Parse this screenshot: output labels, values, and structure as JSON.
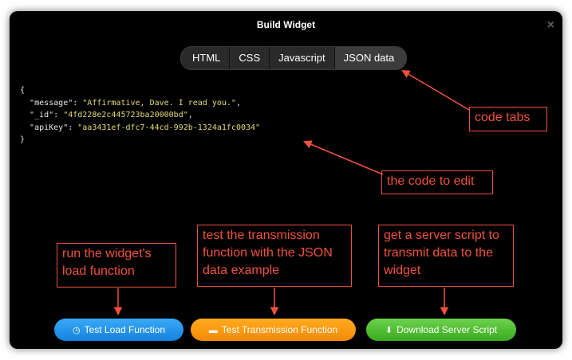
{
  "dialog": {
    "title": "Build Widget",
    "close_glyph": "×"
  },
  "tabs": [
    {
      "label": "HTML"
    },
    {
      "label": "CSS"
    },
    {
      "label": "Javascript"
    },
    {
      "label": "JSON data",
      "active": true
    }
  ],
  "code": {
    "open": "{",
    "lines": [
      {
        "key": "\"message\"",
        "value": "\"Affirmative, Dave. I read you.\"",
        "comma": ","
      },
      {
        "key": "\"_id\"",
        "value": "\"4fd228e2c445723ba20000bd\"",
        "comma": ","
      },
      {
        "key": "\"apiKey\"",
        "value": "\"aa3431ef-dfc7-44cd-992b-1324a1fc0034\"",
        "comma": ""
      }
    ],
    "close": "}"
  },
  "annotations": {
    "code_tabs": "code tabs",
    "code_edit": "the code to edit",
    "load_function": "run the widget's load function",
    "transmission": "test the transmission function with the JSON data example",
    "server_script": "get a server script to transmit data to the widget"
  },
  "buttons": {
    "load": {
      "label": "Test Load Function",
      "icon": "clock-icon",
      "color": "#1e90e8"
    },
    "transmission": {
      "label": "Test Transmission Function",
      "icon": "speech-bubble-icon",
      "color": "#f7960e"
    },
    "download": {
      "label": "Download Server Script",
      "icon": "download-icon",
      "color": "#4cbd2c"
    }
  },
  "colors": {
    "annotation": "#f0513d",
    "background": "#000000",
    "string": "#e6db74"
  }
}
